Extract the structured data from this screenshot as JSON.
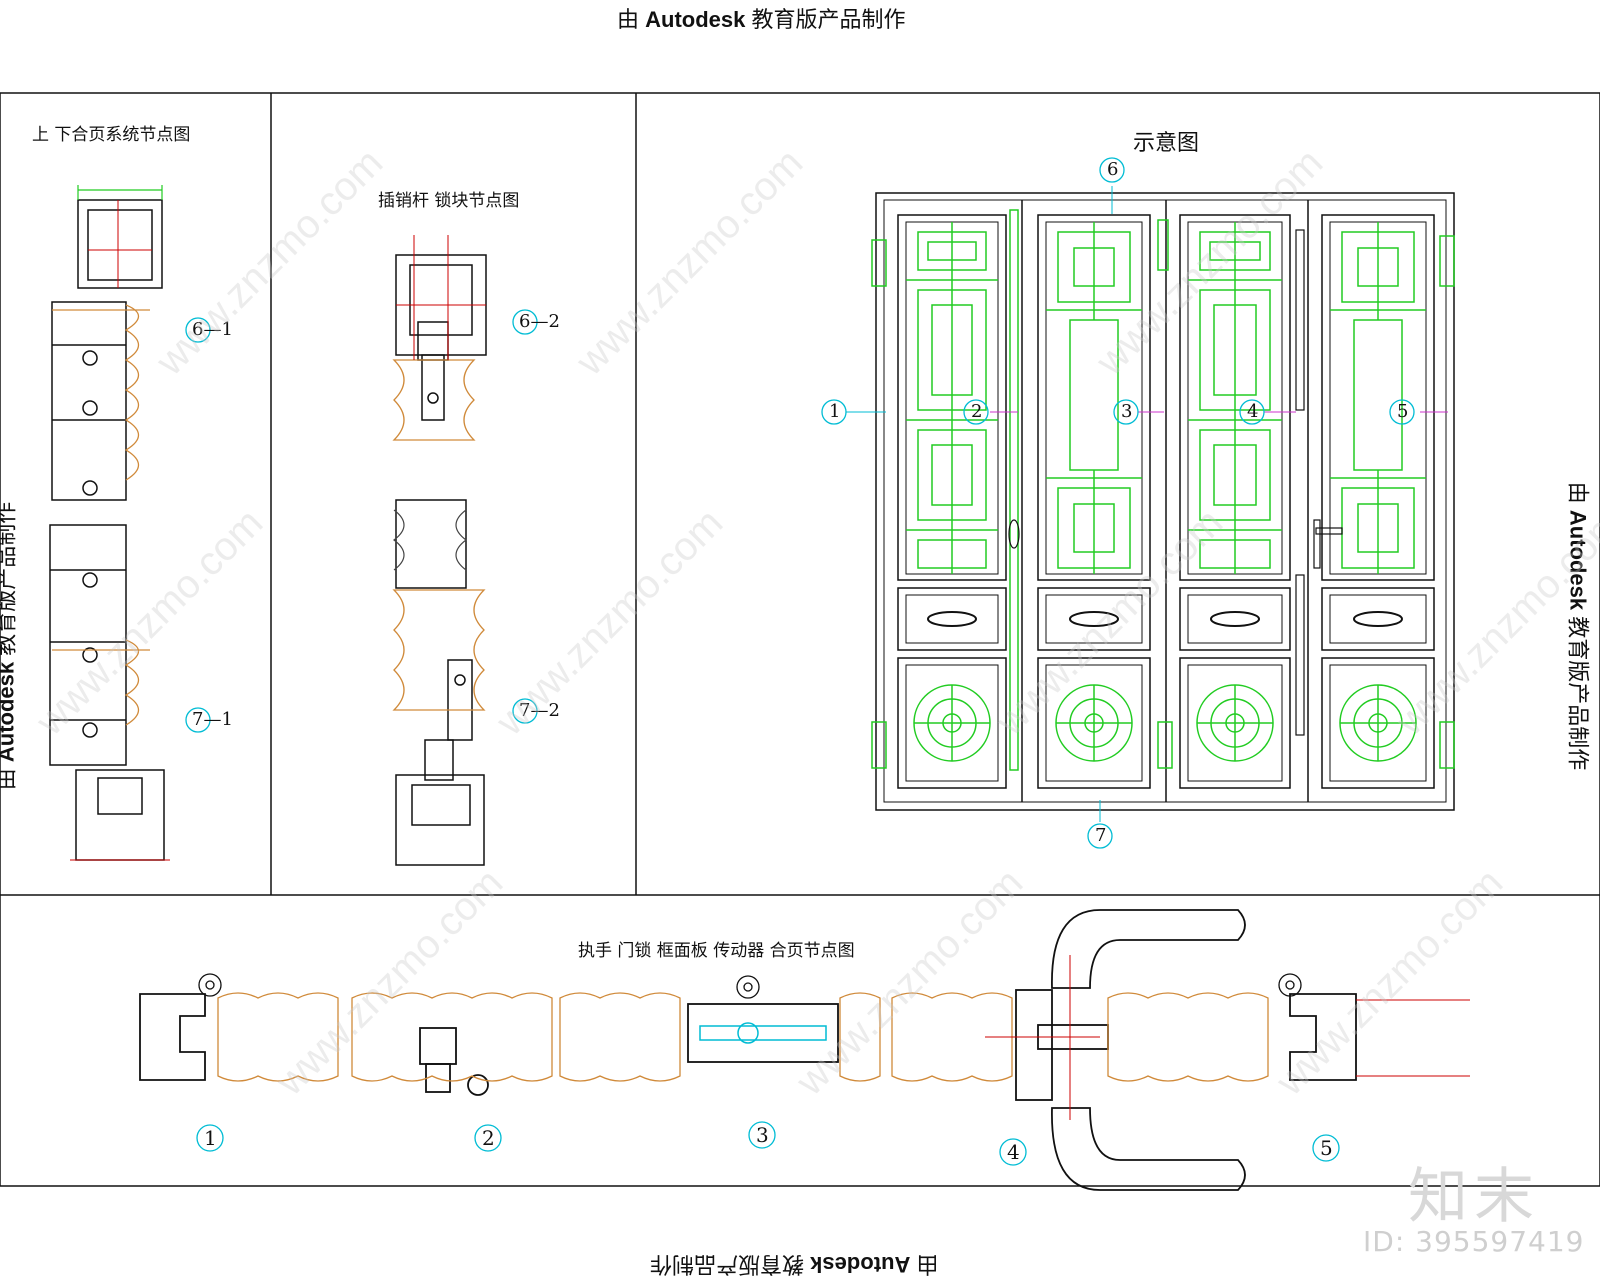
{
  "edu_stamp": {
    "prefix": "由",
    "brand": "Autodesk",
    "suffix": "教育版产品制作"
  },
  "panels": {
    "hinge_title": "上 下合页系统节点图",
    "bolt_title": "插销杆 锁块节点图",
    "schematic_title": "示意图",
    "bottom_title": "执手 门锁 框面板 传动器 合页节点图"
  },
  "callouts": {
    "c61": "6—1",
    "c71": "7—1",
    "c62": "6—2",
    "c72": "7—2",
    "s1": "1",
    "s2": "2",
    "s3": "3",
    "s4": "4",
    "s5": "5",
    "s6": "6",
    "s7": "7",
    "b1": "1",
    "b2": "2",
    "b3": "3",
    "b4": "4",
    "b5": "5"
  },
  "watermark": {
    "text": "www.znzmo.com",
    "logo": "知末",
    "id": "ID: 395597419"
  },
  "colors": {
    "line": "#111111",
    "green": "#22cc22",
    "cyan": "#00bcd4",
    "orange": "#d08a3a",
    "red": "#cc0000",
    "magenta": "#cc33cc"
  }
}
